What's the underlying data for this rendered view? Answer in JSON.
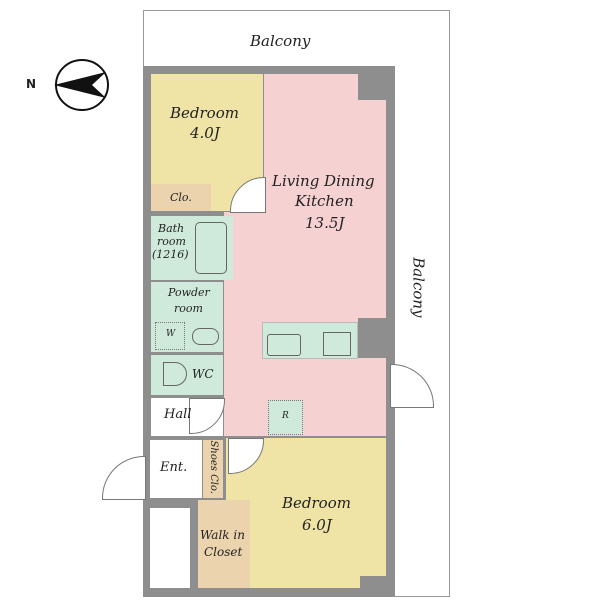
{
  "compass": {
    "north_label": "N"
  },
  "balconies": {
    "top": "Balcony",
    "right": "Balcony"
  },
  "rooms": {
    "bedroom_small": {
      "name": "Bedroom",
      "size": "4.0J"
    },
    "closet_small": {
      "name": "Clo."
    },
    "ldk": {
      "name_line1": "Living Dining",
      "name_line2": "Kitchen",
      "size": "13.5J"
    },
    "bath": {
      "line1": "Bath",
      "line2": "room",
      "line3": "(1216)"
    },
    "powder": {
      "line1": "Powder",
      "line2": "room",
      "washer": "W"
    },
    "wc": {
      "name": "WC"
    },
    "hall": {
      "name": "Hall"
    },
    "refrigerator": {
      "name": "R"
    },
    "entrance": {
      "name": "Ent."
    },
    "shoes_closet": {
      "name": "Shoes Clo."
    },
    "walk_in_closet": {
      "line1": "Walk in",
      "line2": "Closet"
    },
    "bedroom_large": {
      "name": "Bedroom",
      "size": "6.0J"
    }
  },
  "colors": {
    "wall": "#8e8e8e",
    "bedroom": "#efe3a6",
    "ldk": "#f6d1d1",
    "closet": "#ebd3ad",
    "wet": "#cfeadb"
  }
}
